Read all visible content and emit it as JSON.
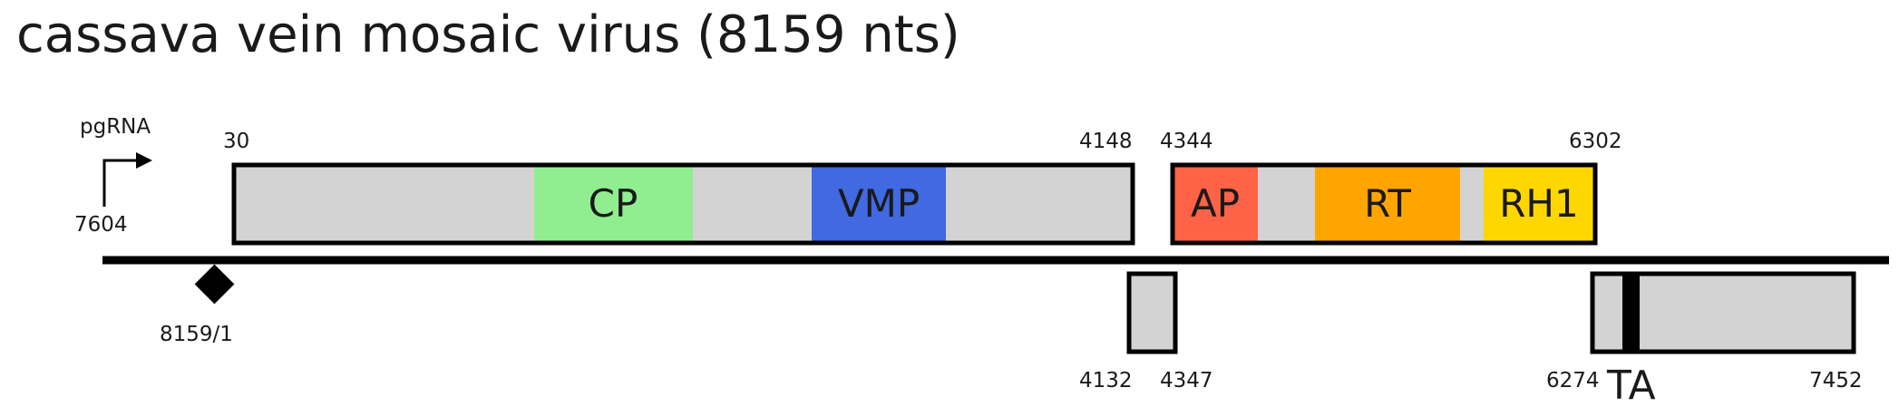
{
  "title": "cassava vein mosaic virus (8159 nts)",
  "promoter": {
    "label": "pgRNA",
    "position": "7604"
  },
  "origin": {
    "label": "8159/1"
  },
  "colors": {
    "orf_fill": "#d3d3d3",
    "outline": "#000000",
    "CP": "#90ee90",
    "VMP": "#4169e1",
    "AP": "#ff6347",
    "RT": "#ffa500",
    "RH1": "#ffd700"
  },
  "orfs": [
    {
      "id": "orf1",
      "start_label": "30",
      "end_label": "4148",
      "domains": [
        {
          "label": "CP",
          "color_key": "CP"
        },
        {
          "label": "VMP",
          "color_key": "VMP"
        }
      ]
    },
    {
      "id": "orf2",
      "start_label": "4344",
      "end_label": "6302",
      "domains": [
        {
          "label": "AP",
          "color_key": "AP"
        },
        {
          "label": "RT",
          "color_key": "RT"
        },
        {
          "label": "RH1",
          "color_key": "RH1"
        }
      ]
    },
    {
      "id": "orf3",
      "start_label": "4132",
      "end_label": "4347",
      "domains": []
    },
    {
      "id": "orf4",
      "start_label": "6274",
      "end_label": "7452",
      "domains": [],
      "marker_label": "TA"
    }
  ]
}
